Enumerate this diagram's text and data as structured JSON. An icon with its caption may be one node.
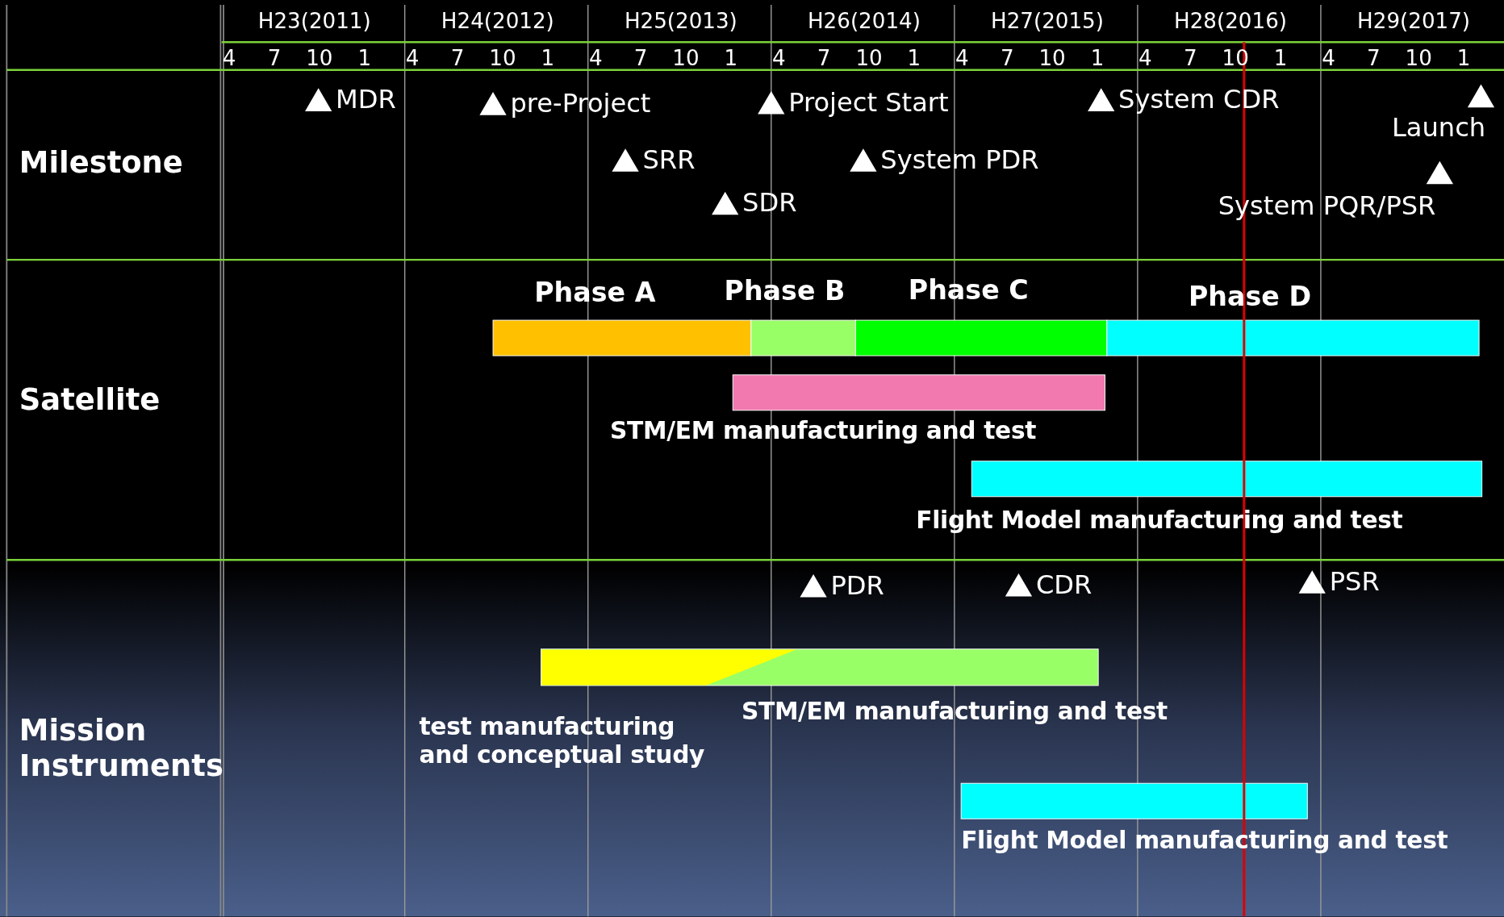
{
  "diagram": {
    "labels": [
      "H23(2011)",
      "H24(2012)",
      "H25(2013)",
      "H26(2014)",
      "H27(2015)",
      "H28(2016)",
      "H29(2017)",
      "4",
      "7",
      "10",
      "1",
      "4",
      "7",
      "10",
      "1",
      "4",
      "7",
      "10",
      "1",
      "4",
      "7",
      "10",
      "1",
      "4",
      "7",
      "10",
      "1",
      "4",
      "7",
      "10",
      "1",
      "4",
      "7",
      "10",
      "1",
      "Milestone",
      "Satellite",
      "Mission Instruments",
      "MDR",
      "pre-Project",
      "Project Start",
      "System CDR",
      "Launch",
      "SRR",
      "System PDR",
      "SDR",
      "System PQR/PSR",
      "Phase A",
      "Phase B",
      "Phase C",
      "Phase D",
      "STM/EM manufacturing and test",
      "Flight Model manufacturing and test",
      "PDR",
      "CDR",
      "PSR",
      "test manufacturing and conceptual study",
      "STM/EM manufacturing and test",
      "Flight Model manufacturing and test"
    ]
  }
}
